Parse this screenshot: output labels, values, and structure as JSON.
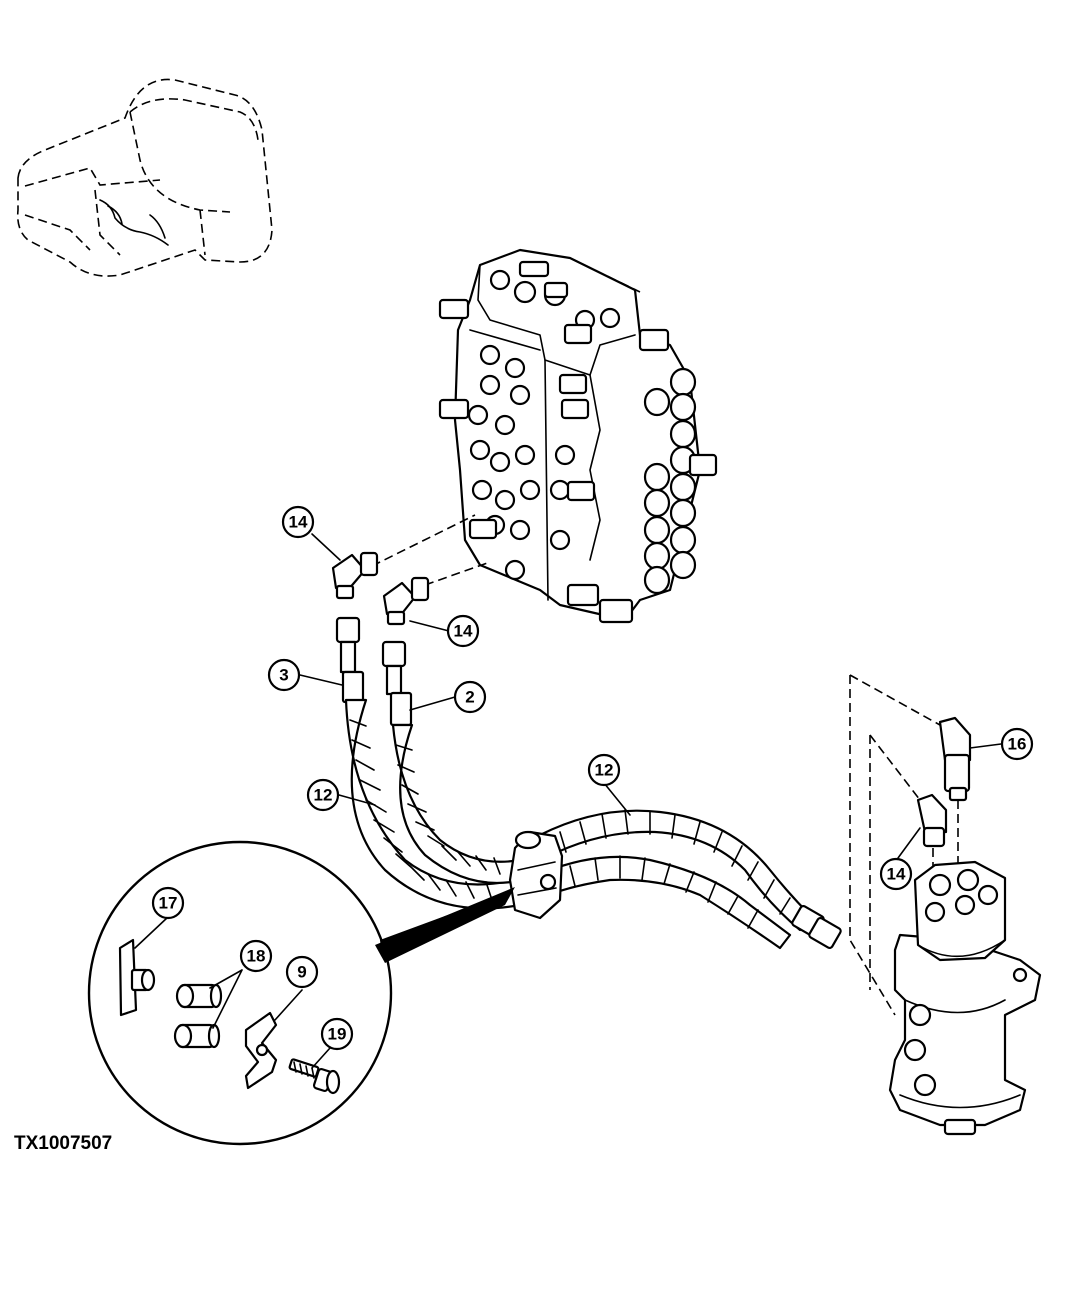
{
  "figure_id": "TX1007507",
  "callouts": [
    {
      "label": "14"
    },
    {
      "label": "14"
    },
    {
      "label": "3"
    },
    {
      "label": "2"
    },
    {
      "label": "12"
    },
    {
      "label": "12"
    },
    {
      "label": "16"
    },
    {
      "label": "14"
    },
    {
      "label": "17"
    },
    {
      "label": "18"
    },
    {
      "label": "9"
    },
    {
      "label": "19"
    }
  ]
}
